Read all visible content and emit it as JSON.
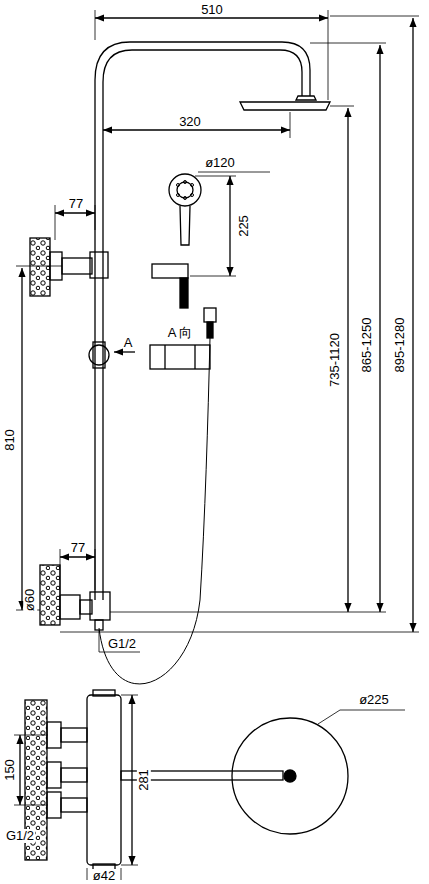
{
  "diagram": {
    "labels": [
      "510",
      "320",
      "ø120",
      "225",
      "77",
      "A",
      "A 向",
      "735-1120",
      "865-1250",
      "895-1280",
      "810",
      "77",
      "ø60",
      "G1/2",
      "ø225",
      "150",
      "281",
      "G1/2",
      "ø42"
    ]
  }
}
